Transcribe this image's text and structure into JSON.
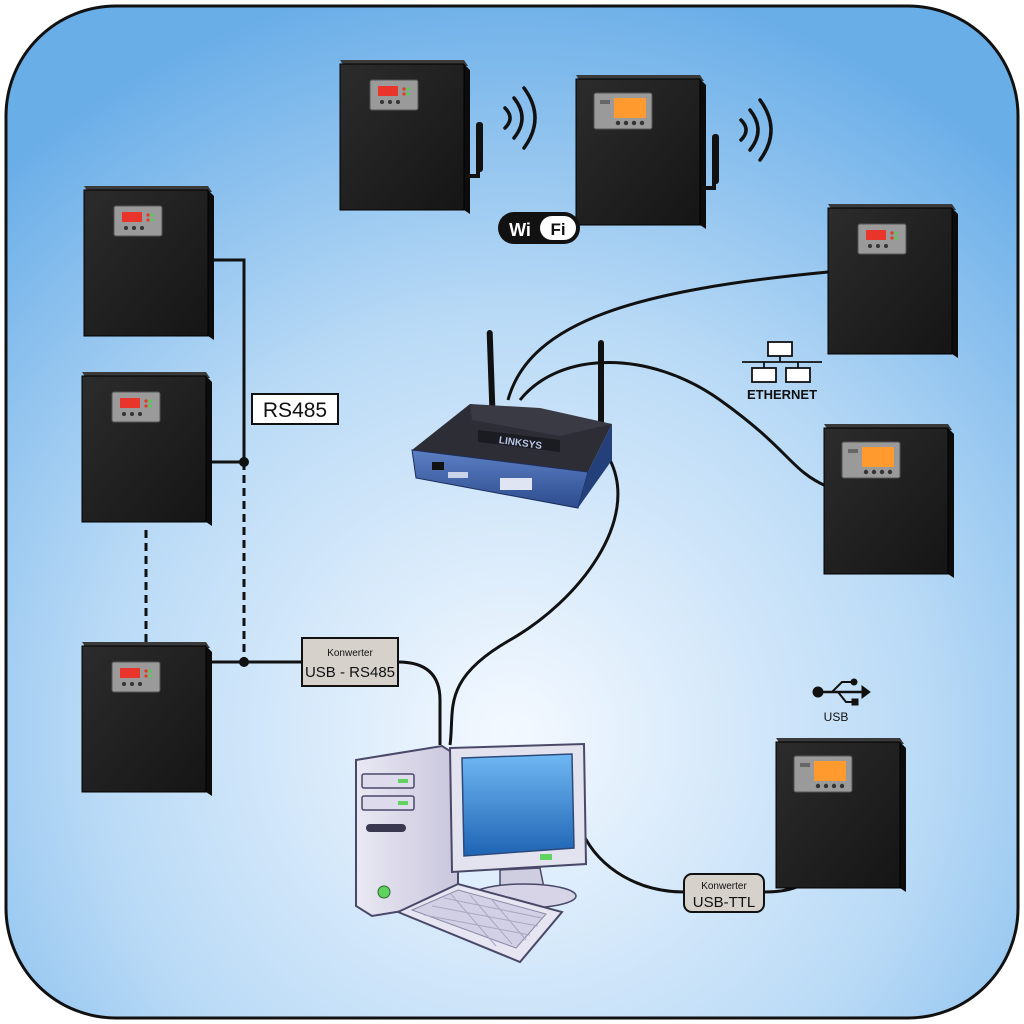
{
  "labels": {
    "rs485": "RS485",
    "wifi_wi": "Wi",
    "wifi_fi": "Fi",
    "ethernet": "ETHERNET",
    "usb": "USB",
    "router_brand": "LINKSYS"
  },
  "converters": {
    "usb_rs485": {
      "title": "Konwerter",
      "name": "USB - RS485"
    },
    "usb_ttl": {
      "title": "Konwerter",
      "name": "USB-TTL"
    }
  },
  "colors": {
    "background_edge": "#6aaee8",
    "background_center": "#f4f9ff",
    "power_supply_body": "#1e1e1e",
    "display_red": "#e8342a",
    "display_orange": "#ff9a2e",
    "router_blue": "#3a5fa8",
    "converter_fill": "#d7d1cb"
  }
}
